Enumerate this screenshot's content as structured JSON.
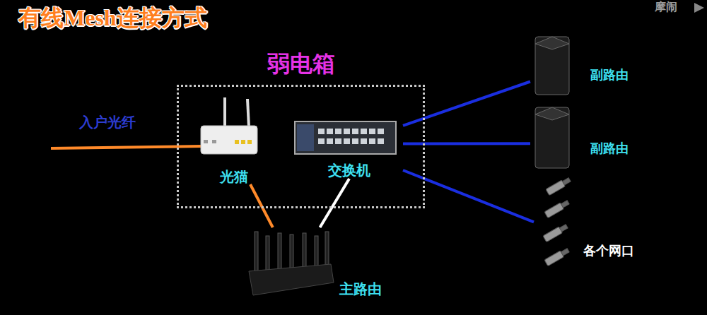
{
  "diagram": {
    "title": "有线Mesh连接方式",
    "nodes": [
      {
        "text": [
          "弱电箱"
        ]
      },
      {
        "text": [
          "光猫"
        ],
        "in": 0
      },
      {
        "text": [
          "交换机"
        ],
        "in": 0
      },
      {
        "text": [
          "主路由"
        ]
      },
      {
        "text": [
          "副路由"
        ]
      },
      {
        "text": [
          "副路由"
        ]
      },
      {
        "text": [
          "各个网口"
        ]
      }
    ],
    "edges": [
      {
        "from": 1,
        "to": 3,
        "arrow": "none"
      },
      {
        "from": 3,
        "to": 2,
        "arrow": "none"
      },
      {
        "from": 2,
        "to": 4,
        "arrow": "none"
      },
      {
        "from": 2,
        "to": 5,
        "arrow": "none"
      },
      {
        "from": 2,
        "to": 6,
        "arrow": "none"
      }
    ],
    "labels": [
      "入户光纤",
      "摩闹"
    ]
  }
}
